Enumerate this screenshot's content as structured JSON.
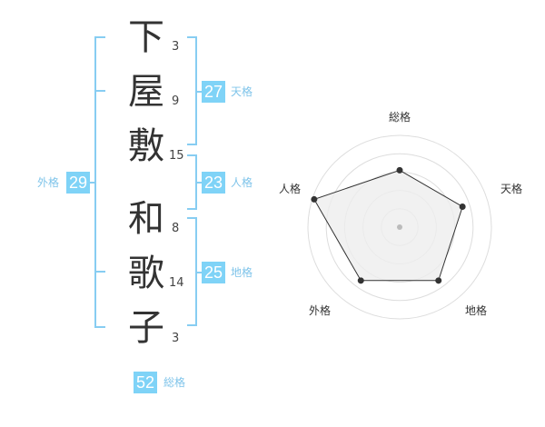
{
  "name": {
    "characters": [
      {
        "char": "下",
        "strokes": "3"
      },
      {
        "char": "屋",
        "strokes": "9"
      },
      {
        "char": "敷",
        "strokes": "15"
      },
      {
        "char": "和",
        "strokes": "8"
      },
      {
        "char": "歌",
        "strokes": "14"
      },
      {
        "char": "子",
        "strokes": "3"
      }
    ]
  },
  "scores": {
    "tenkaku": {
      "value": "27",
      "label": "天格"
    },
    "jinkaku": {
      "value": "23",
      "label": "人格"
    },
    "chikaku": {
      "value": "25",
      "label": "地格"
    },
    "gaikaku": {
      "value": "29",
      "label": "外格"
    },
    "soukaku": {
      "value": "52",
      "label": "総格"
    }
  },
  "radar": {
    "axes": [
      "総格",
      "天格",
      "地格",
      "外格",
      "人格"
    ],
    "values": [
      0.62,
      0.72,
      0.72,
      0.72,
      0.98
    ],
    "colors": {
      "ring": "#dddddd",
      "fill": "#eeeeee",
      "line": "#333333",
      "point": "#333333",
      "center": "#bbbbbb"
    }
  },
  "colors": {
    "accent": "#7fd3f7",
    "bracket": "#87cdf2",
    "label": "#7fc4ea"
  }
}
